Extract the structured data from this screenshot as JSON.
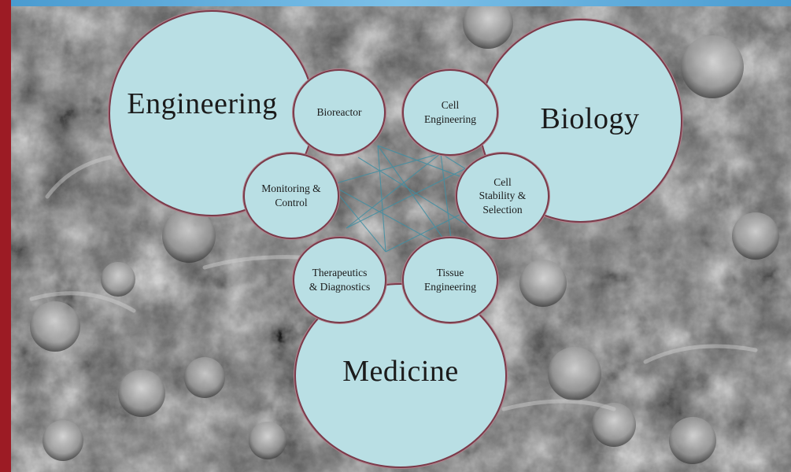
{
  "colors": {
    "circle_fill": "#b9dfe4",
    "circle_border": "#7a3b4a",
    "left_bar": "#9c1b24",
    "top_strip": "#4a9bd0",
    "network_lines": "#3f8fa3"
  },
  "diagram": {
    "domains": {
      "engineering": "Engineering",
      "biology": "Biology",
      "medicine": "Medicine"
    },
    "nodes": {
      "bioreactor": "Bioreactor",
      "cell_engineering": [
        "Cell",
        "Engineering"
      ],
      "monitoring": [
        "Monitoring &",
        "Control"
      ],
      "cell_stability": [
        "Cell",
        "Stability &",
        "Selection"
      ],
      "therapeutics": [
        "Therapeutics",
        "& Diagnostics"
      ],
      "tissue_engineering": [
        "Tissue",
        "Engineering"
      ]
    }
  }
}
